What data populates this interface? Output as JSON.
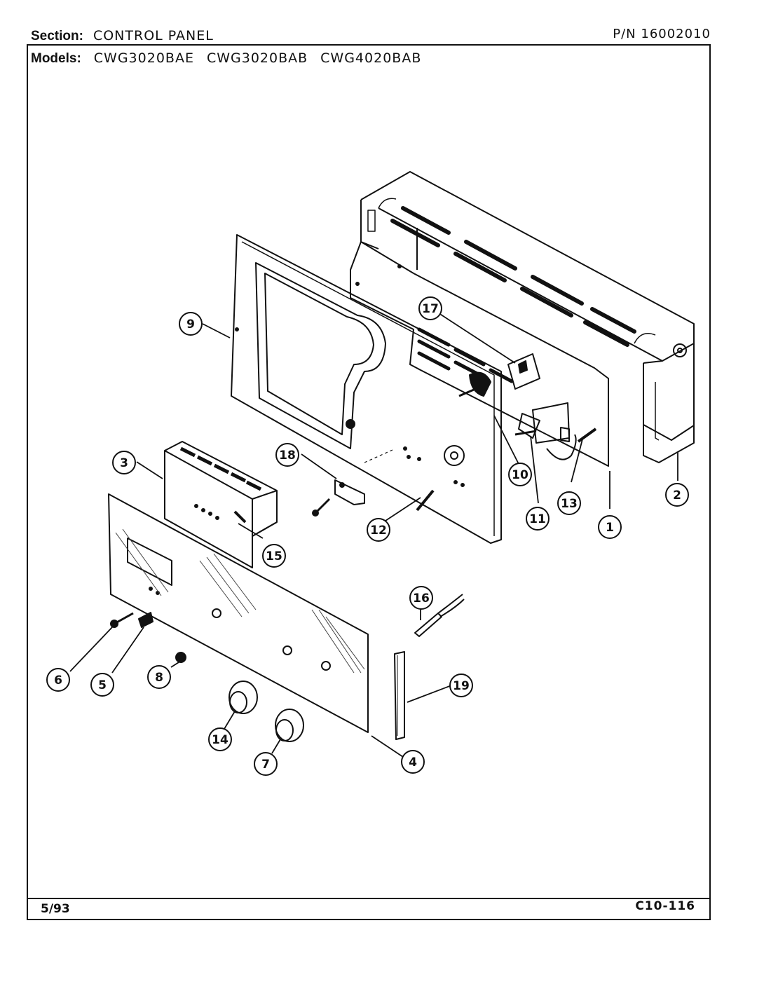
{
  "header": {
    "section_label": "Section:",
    "section_value": "CONTROL PANEL",
    "part_number": "P/N 16002010",
    "models_label": "Models:",
    "models": [
      "CWG3020BAE",
      "CWG3020BAB",
      "CWG4020BAB"
    ]
  },
  "footer": {
    "date": "5/93",
    "code": "C10-116"
  },
  "callouts": [
    "1",
    "2",
    "3",
    "4",
    "5",
    "6",
    "7",
    "8",
    "9",
    "10",
    "11",
    "12",
    "13",
    "14",
    "15",
    "16",
    "17",
    "18",
    "19"
  ]
}
